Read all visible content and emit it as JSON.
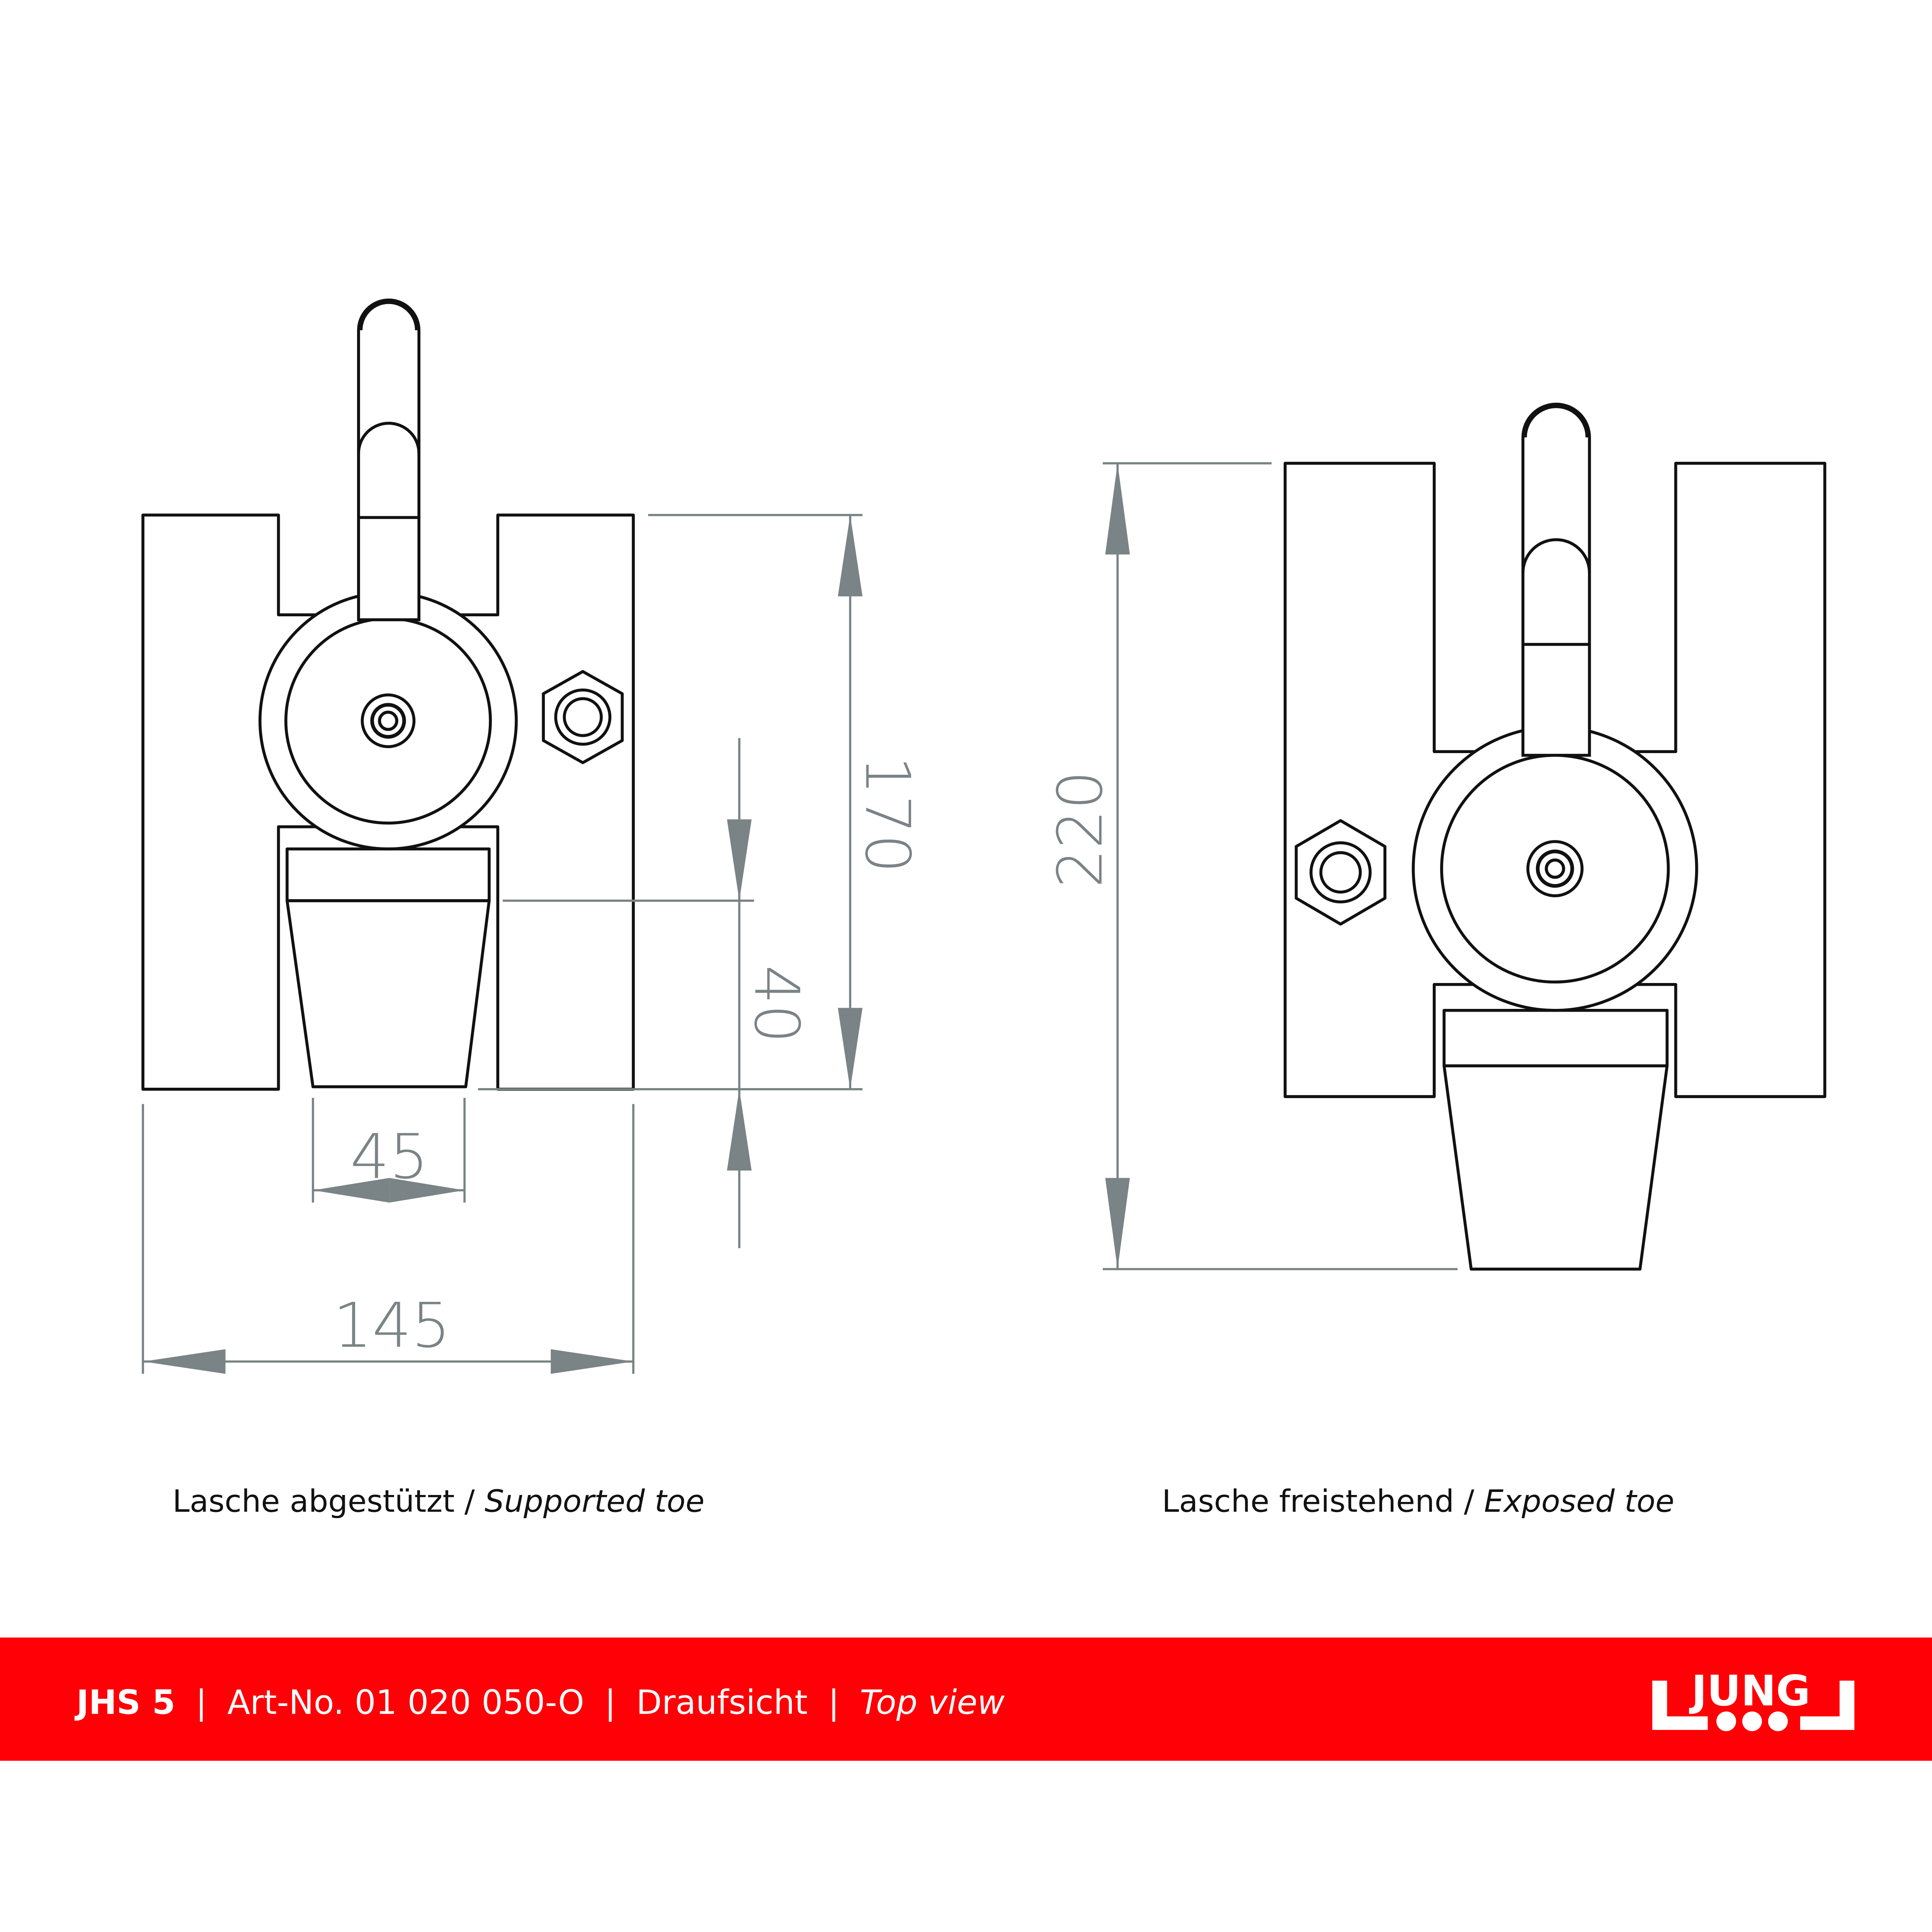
{
  "captions": {
    "left_de": "Lasche abgestützt /",
    "left_en": "Supported toe",
    "right_de": "Lasche freistehend /",
    "right_en": "Exposed toe"
  },
  "dimensions": {
    "width_total": "145",
    "toe_width": "45",
    "toe_length": "40",
    "height_supported": "170",
    "height_exposed": "220"
  },
  "footer": {
    "model": "JHS 5",
    "sep": "|",
    "article": "Art-No. 01 020 050-O",
    "view_de": "Draufsicht",
    "view_en": "Top view",
    "logo": "JUNG"
  },
  "colors": {
    "footer_bg": "#fe0006",
    "dimension": "#7a8386"
  }
}
